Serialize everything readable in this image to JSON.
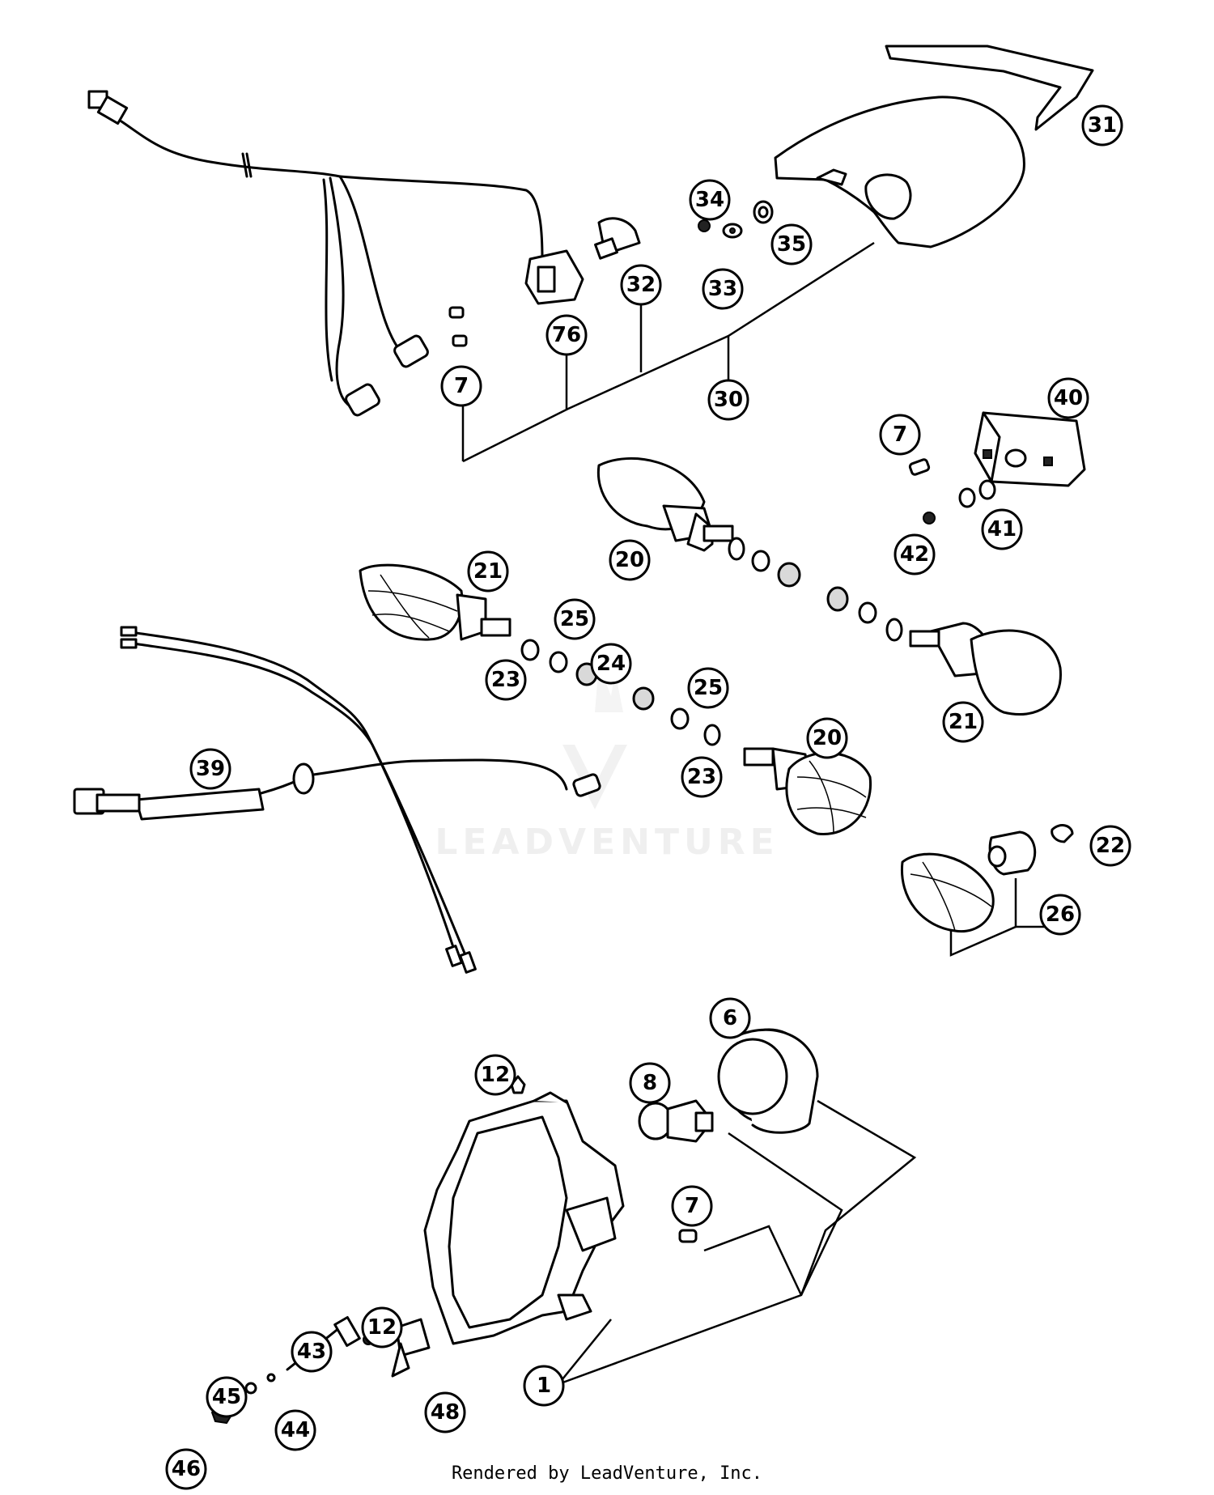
{
  "footer": "Rendered by LeadVenture, Inc.",
  "watermark": "LEADVENTURE",
  "callouts": [
    "31",
    "34",
    "35",
    "33",
    "32",
    "76",
    "7",
    "30",
    "40",
    "7",
    "41",
    "42",
    "20",
    "21",
    "25",
    "24",
    "23",
    "39",
    "25",
    "20",
    "23",
    "21",
    "22",
    "26",
    "6",
    "12",
    "8",
    "7",
    "12",
    "43",
    "45",
    "44",
    "48",
    "46",
    "1"
  ]
}
